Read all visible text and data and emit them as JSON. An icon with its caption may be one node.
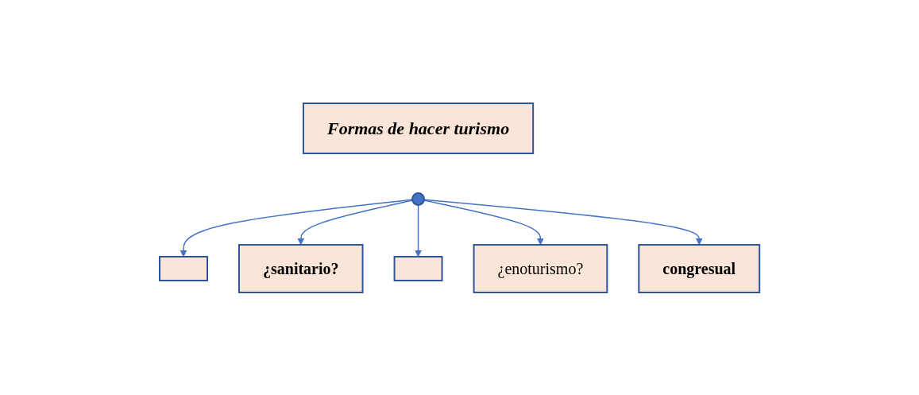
{
  "diagram": {
    "nodes": [
      {
        "text": [
          "Formas de hacer turismo"
        ]
      },
      {
        "text": [],
        "shape": "circle"
      },
      {
        "text": [],
        "shape": "box"
      },
      {
        "text": [],
        "shape": "box"
      },
      {
        "text": [
          "congresual"
        ]
      },
      {
        "text": [
          "¿sanitario?"
        ]
      },
      {
        "text": [
          "¿enoturismo?"
        ]
      }
    ],
    "edges": [
      {
        "from": 1,
        "to": 2,
        "arrow": "to"
      },
      {
        "from": 1,
        "to": 5,
        "arrow": "to"
      },
      {
        "from": 1,
        "to": 3,
        "arrow": "to"
      },
      {
        "from": 1,
        "to": 6,
        "arrow": "to"
      },
      {
        "from": 1,
        "to": 4,
        "arrow": "to"
      }
    ]
  }
}
